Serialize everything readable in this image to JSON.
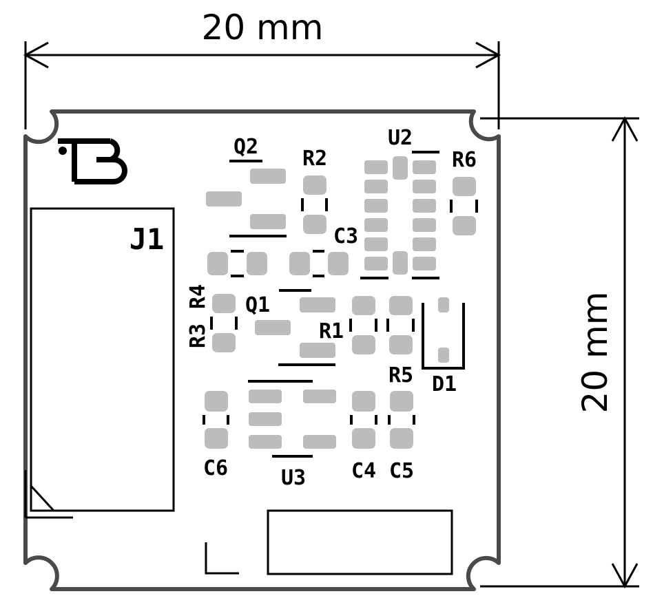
{
  "dimensions": {
    "width_label": "20 mm",
    "height_label": "20 mm"
  },
  "designators": {
    "Q2": "Q2",
    "R2": "R2",
    "U2": "U2",
    "R6": "R6",
    "C3": "C3",
    "J1": "J1",
    "R4": "R4",
    "Q1": "Q1",
    "R3": "R3",
    "R1": "R1",
    "R5": "R5",
    "D1": "D1",
    "C6": "C6",
    "U3": "U3",
    "C4": "C4",
    "C5": "C5"
  },
  "colors": {
    "board_outline": "#4a4a4a",
    "silkscreen": "#000000",
    "pad": "#bcbcbc"
  }
}
